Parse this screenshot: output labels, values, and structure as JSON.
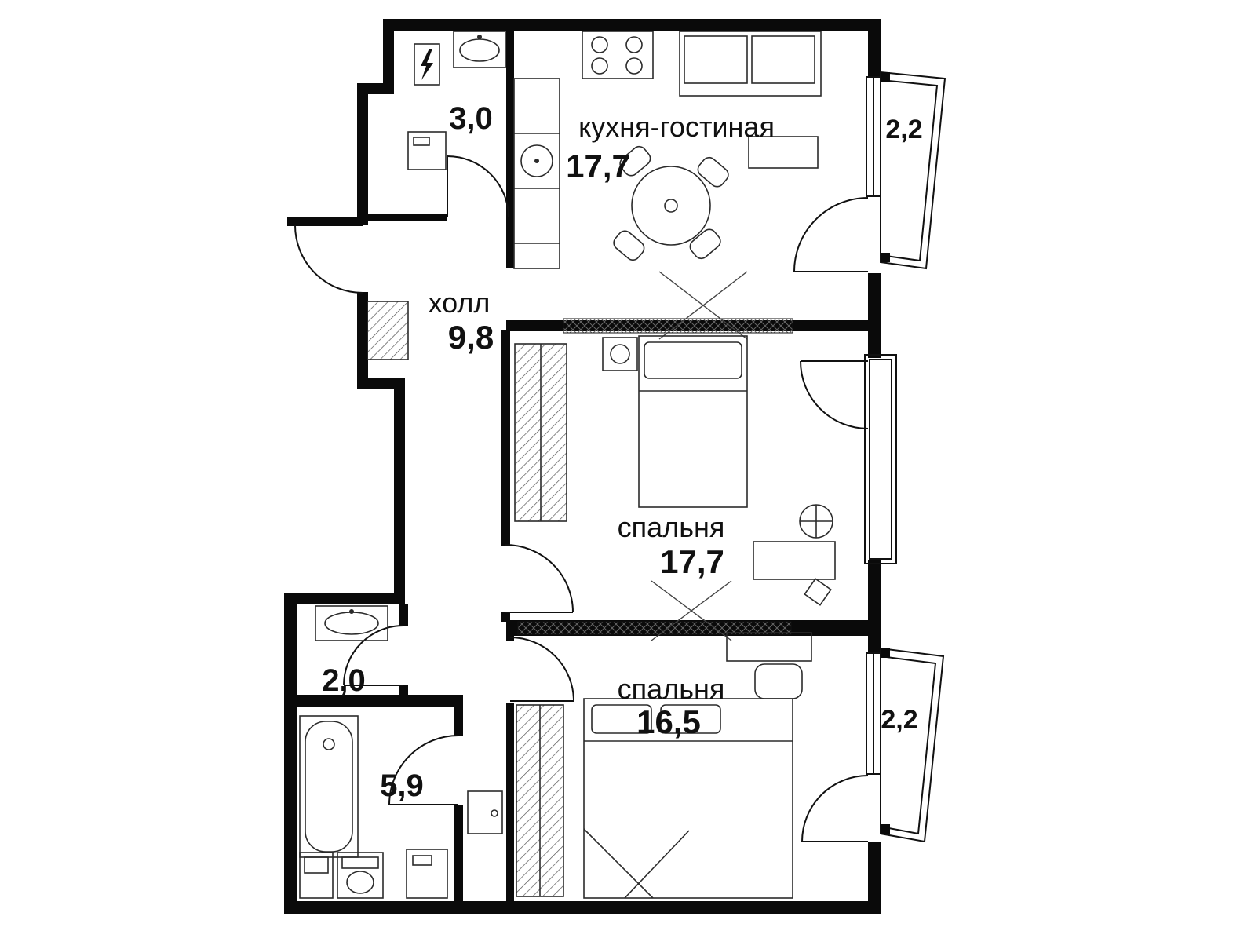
{
  "plan": {
    "rooms": {
      "kitchen_living": {
        "label": "кухня-гостиная",
        "area": "17,7"
      },
      "hall": {
        "label": "холл",
        "area": "9,8"
      },
      "bedroom_1": {
        "label": "спальня",
        "area": "17,7"
      },
      "bedroom_2": {
        "label": "спальня",
        "area": "16,5"
      },
      "bathroom_small": {
        "area": "3,0"
      },
      "wc": {
        "area": "2,0"
      },
      "bathroom": {
        "area": "5,9"
      },
      "balcony_top": {
        "area": "2,2"
      },
      "balcony_bottom": {
        "area": "2,2"
      }
    },
    "colors": {
      "wall": "#0a0a0a",
      "furniture": "#2b2b2b",
      "background": "#ffffff"
    }
  }
}
